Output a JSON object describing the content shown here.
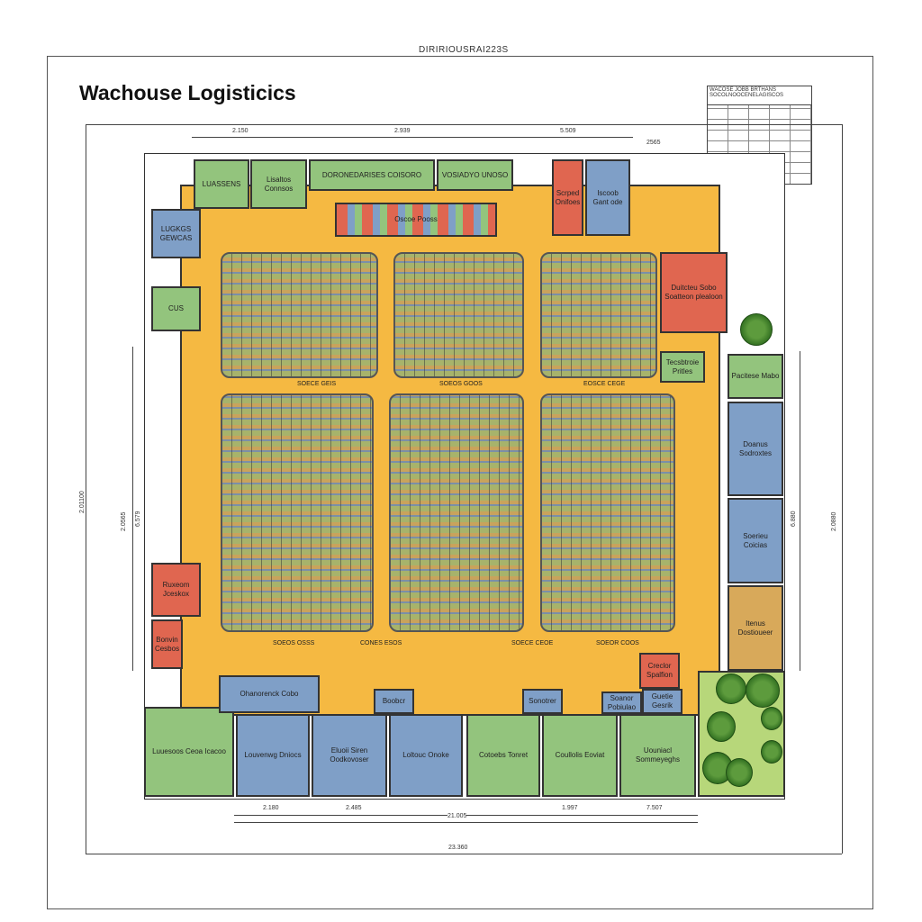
{
  "header": {
    "code": "DIRIRIOUSRAI223S",
    "title": "Wachouse Logisticics"
  },
  "title_block": {
    "line1": "WACOSE JOBB BRTHANS",
    "line2": "SOCOLNOOCENELAGISCOS"
  },
  "colors": {
    "office": "#7f9fc7",
    "green": "#93c47d",
    "red": "#e06650",
    "tan": "#d8a95a",
    "corridor": "#f5b942",
    "racks": "#8a93a0"
  },
  "rooms": [
    {
      "label": "LUASSENS"
    },
    {
      "label": "Lisaltos Connsos"
    },
    {
      "label": "DORONEDARISES COISORO"
    },
    {
      "label": "VOSIADYO UNOSO"
    },
    {
      "label": "Scrped Onifoes"
    },
    {
      "label": "Iscoob Gant ode"
    },
    {
      "label": "LUGKGS GEWCAS"
    },
    {
      "label": "CUS"
    },
    {
      "label": "Ruxeom Jceskox"
    },
    {
      "label": "Bonvin Cesbos"
    },
    {
      "label": "Duitcteu Sobo Soatteon plealoon"
    },
    {
      "label": "Tecsbtroie Pritles"
    },
    {
      "label": "Pacitese Mabo"
    },
    {
      "label": "Doanus Sodroxtes"
    },
    {
      "label": "Soerieu Coicias"
    },
    {
      "label": "Itenus Dostioueer"
    },
    {
      "label": "Luuesoos Ceoa Icacoo"
    },
    {
      "label": "Louvenwg Dniocs"
    },
    {
      "label": "Eluoii Siren Oodkovoser"
    },
    {
      "label": "Loltouc Onoke"
    },
    {
      "label": "Cotoebs Tonret"
    },
    {
      "label": "Coullolis Eoviat"
    },
    {
      "label": "Uouniacl Sommeyeghs"
    },
    {
      "label": "Ohanorenck Cobo"
    },
    {
      "label": "Boobcr"
    },
    {
      "label": "Sonotrer"
    },
    {
      "label": "Soanor Pobiulao"
    },
    {
      "label": "Guetie Gesrik"
    },
    {
      "label": "Creclor Spalfion"
    },
    {
      "label": "Oscoe Pooss"
    }
  ],
  "corridor_labels": [
    "SOECE GEIS",
    "SOEOS GOOS",
    "EOSCE CEGE",
    "SOEOS OSSS",
    "CONES ESOS",
    "SOECE CEOE",
    "SOEOR COOS"
  ],
  "dimensions": {
    "top": [
      "2.150",
      "2.939",
      "5.509"
    ],
    "top_note": "2565",
    "bottom": [
      "2.180",
      "2.485",
      "21.005",
      "1.997",
      "7.507"
    ],
    "overall": "23.360",
    "left": [
      "2.01100",
      "2.0565",
      "6.579"
    ],
    "right": [
      "6.880",
      "2.0880"
    ]
  }
}
